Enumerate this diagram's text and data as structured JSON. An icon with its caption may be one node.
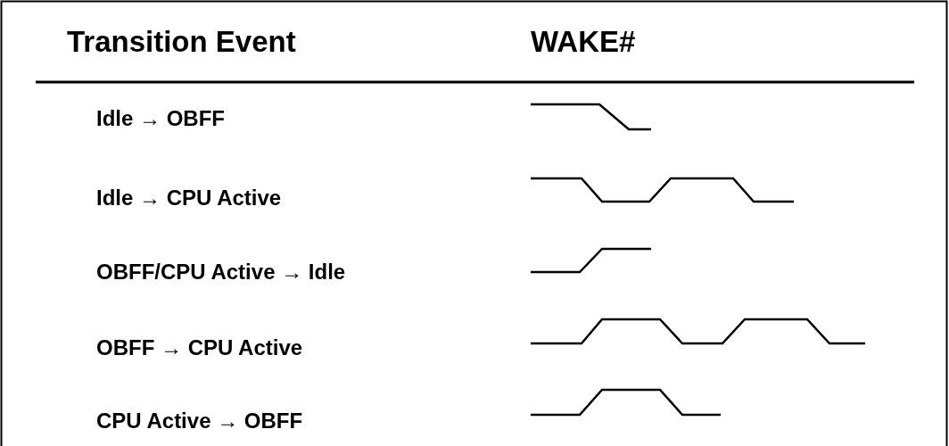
{
  "diagram": {
    "labels": [
      "Transition Event",
      "WAKE#",
      "Idle → OBFF",
      "Idle → CPU Active",
      "OBFF/CPU Active → Idle",
      "OBFF → CPU Active",
      "CPU Active → OBFF"
    ]
  }
}
